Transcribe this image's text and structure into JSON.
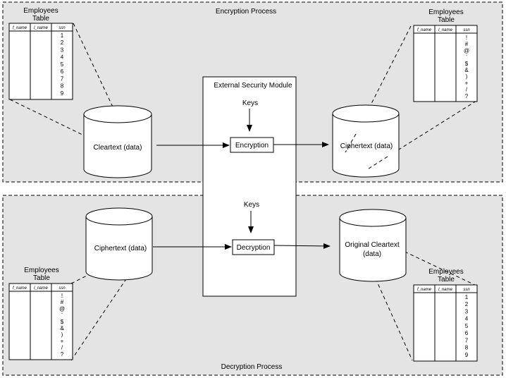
{
  "encryption_panel": {
    "title": "Encryption Process"
  },
  "decryption_panel": {
    "title": "Decryption Process"
  },
  "esm": {
    "title": "External Security Module",
    "keys_label_top": "Keys",
    "keys_label_bottom": "Keys",
    "encryption_box": "Encryption",
    "decryption_box": "Decryption"
  },
  "cylinders": {
    "cleartext": "Cleartext (data)",
    "ciphertext_top": "Ciphertext (data)",
    "ciphertext_bottom": "Ciphertext (data)",
    "original_line1": "Original Cleartext",
    "original_line2": "(data)"
  },
  "tables": {
    "title_line1": "Employees",
    "title_line2": "Table",
    "columns": [
      "f_name",
      "l_name",
      "ssn"
    ],
    "clear_values": [
      "1",
      "2",
      "3",
      "4",
      "5",
      "6",
      "7",
      "8",
      "9"
    ],
    "cipher_values": [
      "!",
      "#",
      "@",
      "'",
      "$",
      "&",
      ")",
      "+",
      "/",
      "?"
    ]
  },
  "colors": {
    "panel_bg": "#e4e4e4",
    "line": "#000000",
    "white": "#ffffff"
  }
}
